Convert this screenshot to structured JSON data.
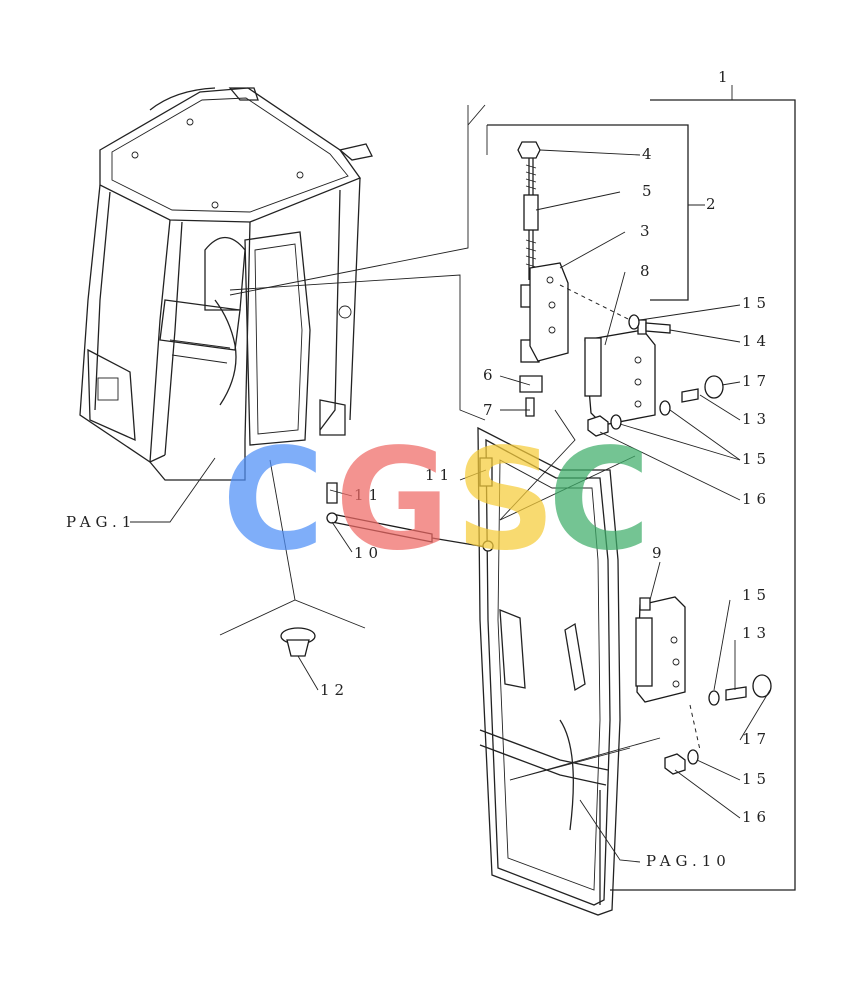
{
  "labels": {
    "l1": "1",
    "l2": "2",
    "l3": "3",
    "l4": "4",
    "l5": "5",
    "l6": "6",
    "l7": "7",
    "l8": "8",
    "l9": "9",
    "l10": "10",
    "l11a": "11",
    "l11b": "11",
    "l12": "12",
    "l13a": "13",
    "l13b": "13",
    "l14": "14",
    "l15a": "15",
    "l15b": "15",
    "l15c": "15",
    "l15d": "15",
    "l16a": "16",
    "l16b": "16",
    "l17a": "17",
    "l17b": "17",
    "pag1": "PAG.1",
    "pag10": "PAG.10"
  },
  "watermark": {
    "letters": [
      "C",
      "G",
      "S",
      "C"
    ],
    "colors": [
      "#4f8ff7",
      "#ef6a66",
      "#f6cc3a",
      "#3fae6a"
    ]
  }
}
